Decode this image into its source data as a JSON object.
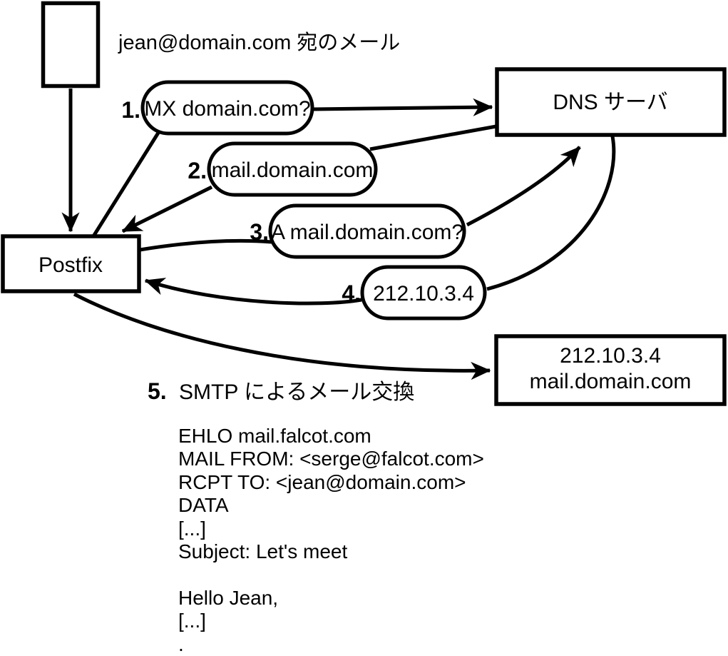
{
  "colors": {
    "ink": "#000000",
    "paper": "#ffffff"
  },
  "title": {
    "text": "jean@domain.com 宛のメール"
  },
  "nodes": {
    "postfix": {
      "label": "Postfix"
    },
    "dns_server": {
      "label": "DNS サーバ"
    },
    "mail_host": {
      "line1": "212.10.3.4",
      "line2": "mail.domain.com"
    }
  },
  "steps": [
    {
      "num": "1.",
      "label": "MX domain.com?"
    },
    {
      "num": "2.",
      "label": "mail.domain.com"
    },
    {
      "num": "3.",
      "label": "A mail.domain.com?"
    },
    {
      "num": "4.",
      "label": "212.10.3.4"
    },
    {
      "num": "5.",
      "label": "SMTP によるメール交換"
    }
  ],
  "transcript": {
    "lines": [
      "EHLO mail.falcot.com",
      "MAIL FROM: <serge@falcot.com>",
      "RCPT TO: <jean@domain.com>",
      "DATA",
      "[...]",
      "Subject: Let's meet",
      "",
      "Hello Jean,",
      "[...]",
      "."
    ]
  }
}
